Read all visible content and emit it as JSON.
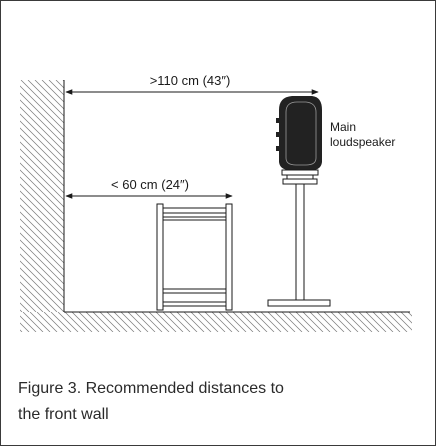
{
  "diagram": {
    "far_distance_label": ">110 cm (43″)",
    "near_distance_label": "< 60 cm (24″)",
    "speaker_label_line1": "Main",
    "speaker_label_line2": "loudspeaker"
  },
  "caption": {
    "line1": "Figure 3. Recommended distances to",
    "line2": "the front wall"
  },
  "colors": {
    "line": "#1a1a1a",
    "hatch": "#7a7a7a",
    "speaker_body": "#222222"
  },
  "icons": [
    "front-wall",
    "floor",
    "main-loudspeaker",
    "speaker-stand",
    "side-table",
    "distance-arrow"
  ]
}
